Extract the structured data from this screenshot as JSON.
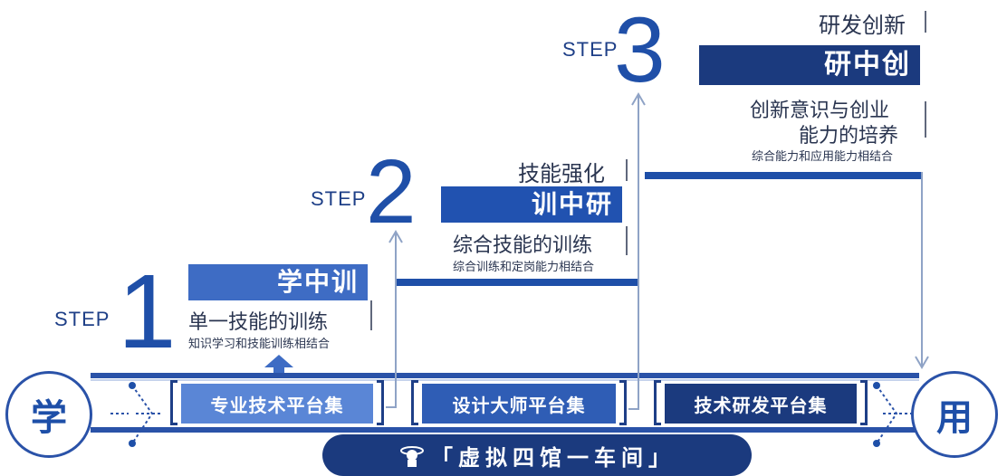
{
  "step1": {
    "word": "STEP",
    "number": "1",
    "title": "学中训",
    "subtitle": "单一技能的训练",
    "desc": "知识学习和技能训练相结合"
  },
  "step2": {
    "word": "STEP",
    "number": "2",
    "heading": "技能强化",
    "title": "训中研",
    "subtitle": "综合技能的训练",
    "desc": "综合训练和定岗能力相结合"
  },
  "step3": {
    "word": "STEP",
    "number": "3",
    "heading": "研发创新",
    "title": "研中创",
    "subtitle_line1": "创新意识与创业",
    "subtitle_line2": "能力的培养",
    "desc": "综合能力和应用能力相结合"
  },
  "left_circle": "学",
  "right_circle": "用",
  "platforms": [
    "专业技术平台集",
    "设计大师平台集",
    "技术研发平台集"
  ],
  "bottom_banner": "「虚拟四馆一车间」",
  "colors": {
    "dark_blue": "#1e3f87",
    "mid_blue": "#2f5db5",
    "light_blue": "#5a86d6",
    "navy": "#1b3a7e"
  }
}
